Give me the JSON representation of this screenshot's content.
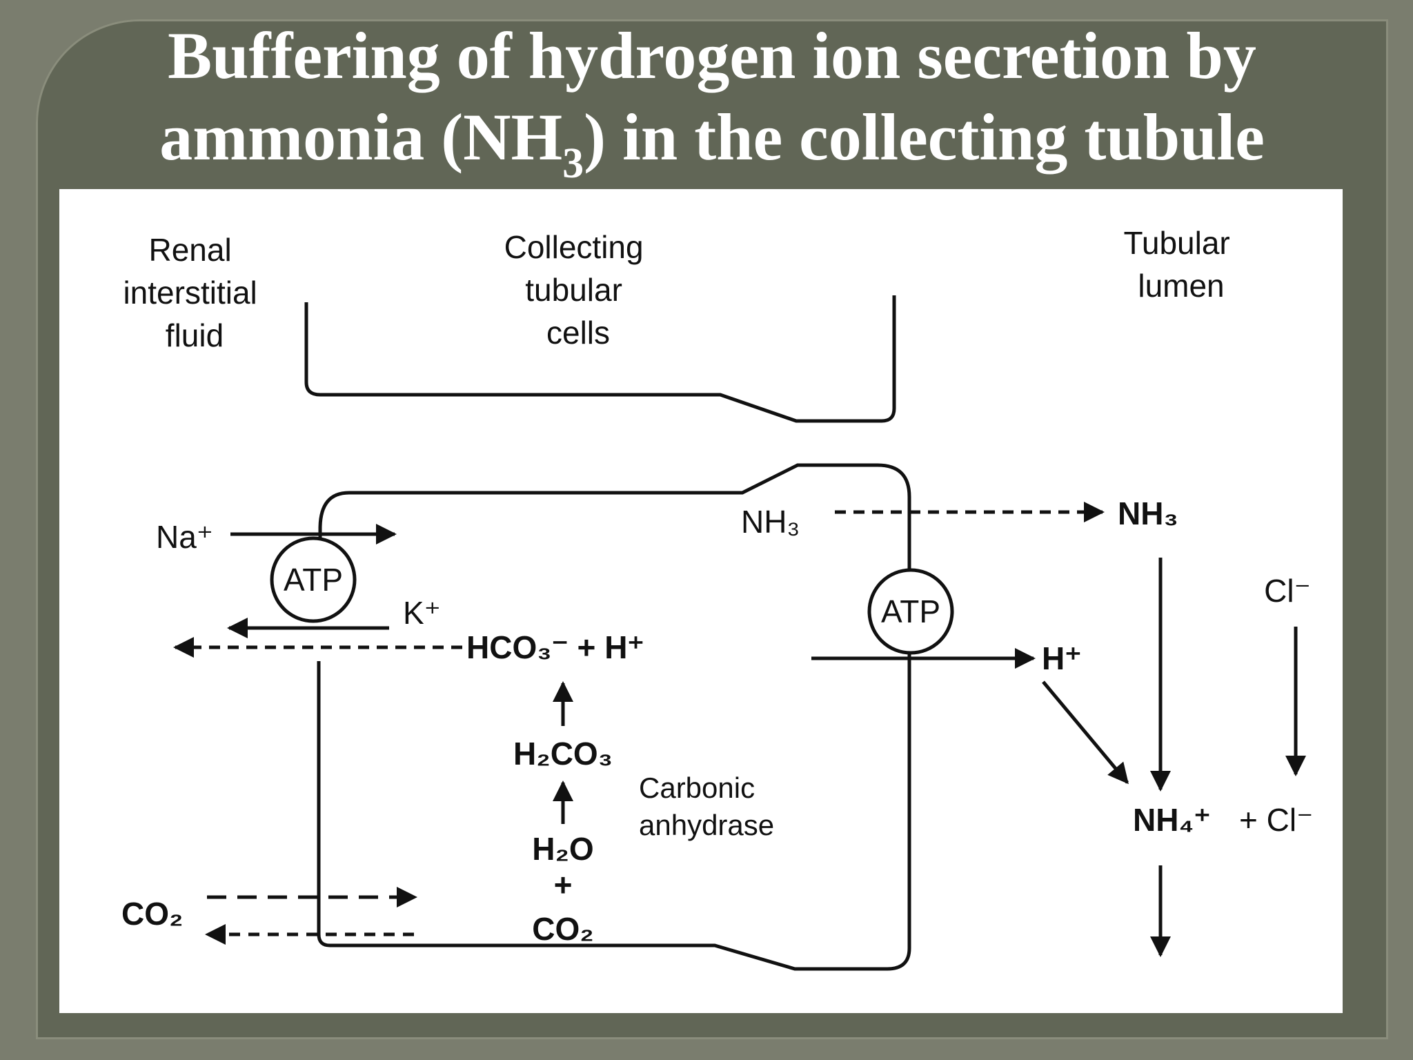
{
  "title": {
    "line1": "Buffering of hydrogen ion secretion by",
    "line2_pre": "ammonia (NH",
    "line2_sub": "3",
    "line2_post": ") in the collecting tubule"
  },
  "regions": {
    "interstitial": [
      "Renal",
      "interstitial",
      "fluid"
    ],
    "cells": [
      "Collecting",
      "tubular",
      "cells"
    ],
    "lumen": [
      "Tubular",
      "lumen"
    ]
  },
  "ions": {
    "na": "Na⁺",
    "k": "K⁺",
    "atp_left": "ATP",
    "atp_right": "ATP",
    "hco3_h": "HCO₃⁻ + H⁺",
    "h2co3": "H₂CO₃",
    "enzyme": [
      "Carbonic",
      "anhydrase"
    ],
    "h2o": "H₂O",
    "plus": "+",
    "co2_cell": "CO₂",
    "co2_interstitial": "CO₂",
    "nh3_cell": "NH₃",
    "nh3_lumen": "NH₃",
    "h_lumen": "H⁺",
    "cl_lumen": "Cl⁻",
    "nh4_product": "NH₄⁺",
    "plus_cl": "+ Cl⁻"
  },
  "colors": {
    "background": "#7a7d6e",
    "frame": "#616656",
    "panel": "#ffffff",
    "ink": "#111111",
    "title": "#ffffff"
  }
}
